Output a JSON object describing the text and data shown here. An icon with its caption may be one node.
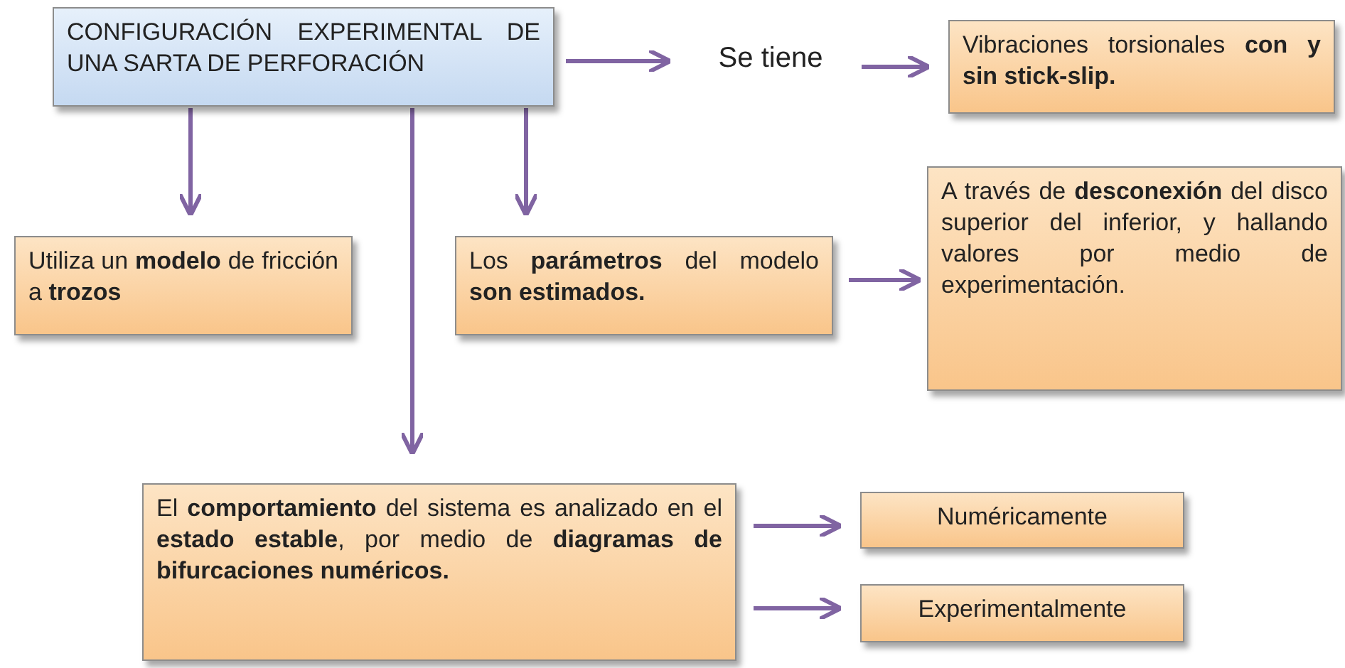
{
  "diagram": {
    "nodes": [
      {
        "text": [
          "CONFIGURACIÓN EXPERIMENTAL DE UNA SARTA DE PERFORACIÓN"
        ]
      },
      {
        "text": [
          "Se tiene"
        ]
      },
      {
        "text": [
          "Vibraciones torsionales **con y sin stick-slip.**"
        ]
      },
      {
        "text": [
          "Utiliza un **modelo** de fricción a **trozos**"
        ]
      },
      {
        "text": [
          "Los **parámetros** del modelo **son estimados.**"
        ]
      },
      {
        "text": [
          "A través de **desconexión** del disco superior del inferior, y hallando valores por medio de experimentación."
        ]
      },
      {
        "text": [
          "El **comportamiento** del sistema es analizado en el **estado estable**, por medio de **diagramas de bifurcaciones numéricos.**"
        ]
      },
      {
        "text": [
          "Numéricamente"
        ]
      },
      {
        "text": [
          "Experimentalmente"
        ]
      }
    ],
    "edges": [
      {
        "from": 0,
        "to": 1,
        "arrow": "to"
      },
      {
        "from": 1,
        "to": 2,
        "arrow": "to"
      },
      {
        "from": 0,
        "to": 3,
        "arrow": "to"
      },
      {
        "from": 0,
        "to": 4,
        "arrow": "to"
      },
      {
        "from": 0,
        "to": 6,
        "arrow": "to"
      },
      {
        "from": 4,
        "to": 5,
        "arrow": "to"
      },
      {
        "from": 6,
        "to": 7,
        "arrow": "to"
      },
      {
        "from": 6,
        "to": 8,
        "arrow": "to"
      }
    ]
  }
}
